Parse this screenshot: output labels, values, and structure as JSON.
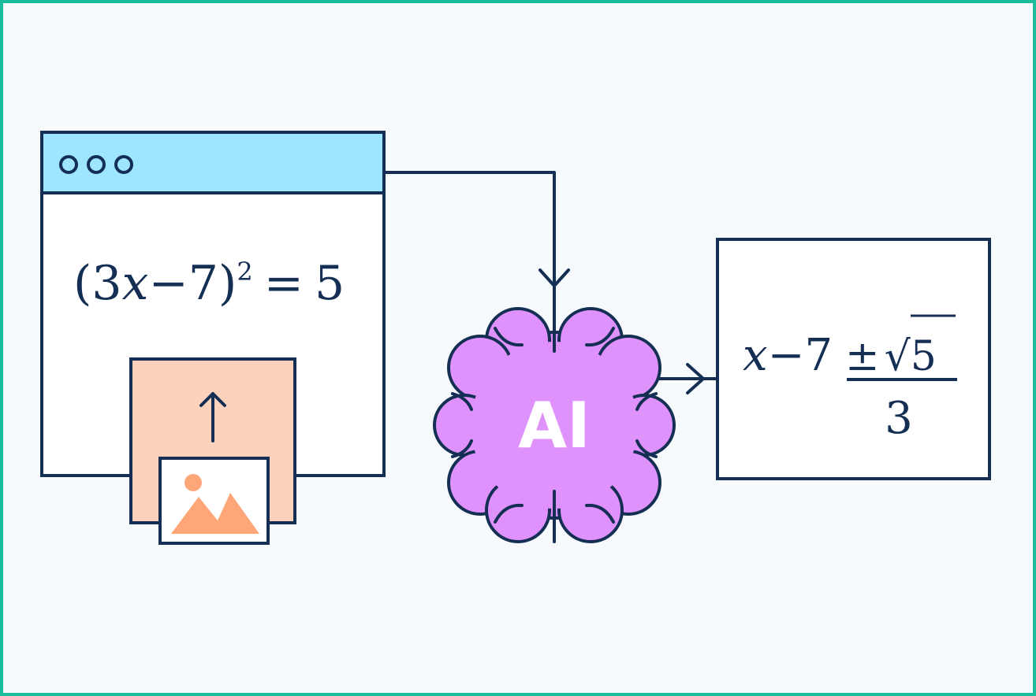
{
  "diagram": {
    "input_window": {
      "equation": {
        "open_paren": "(",
        "coef": "3",
        "variable": "x",
        "minus_const": "−7",
        "close_paren": ")",
        "exponent": "2",
        "equals": "=",
        "rhs": "5"
      }
    },
    "ai_node": {
      "label": "AI"
    },
    "output_box": {
      "solution": {
        "variable": "x",
        "minus_const": "−7",
        "plus_minus": "±",
        "sqrt_symbol": "√",
        "radicand": "5",
        "denominator": "3"
      }
    }
  },
  "colors": {
    "stroke": "#142e54",
    "page_background": "#f7fafc",
    "frame_border": "#1abc9c",
    "titlebar": "#9ee6ff",
    "upload_panel": "#fdd2bd",
    "image_accent": "#ffa678",
    "ai_fill": "#df92fb",
    "ai_text": "#ffffff",
    "box_fill": "#ffffff"
  },
  "icons": [
    "window-dots-icon",
    "upload-arrow-icon",
    "image-icon",
    "brain-icon",
    "arrow-icon"
  ]
}
